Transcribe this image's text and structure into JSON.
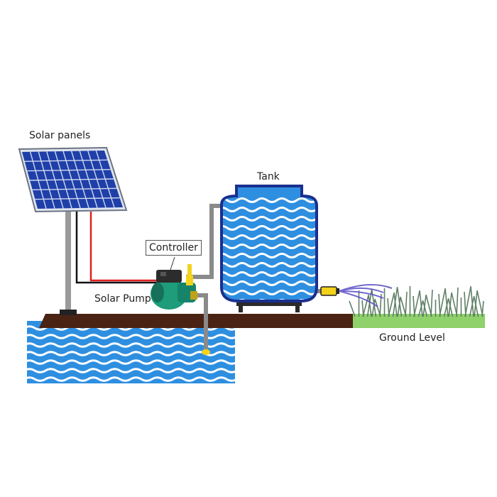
{
  "labels": {
    "solar_panels": "Solar panels",
    "tank": "Tank",
    "controller": "Controller",
    "solar_pump": "Solar Pump",
    "ground_level": "Ground Level"
  },
  "colors": {
    "panel_blue": "#1f3fa8",
    "panel_grid": "#cfd8f0",
    "ground_brown": "#4a2314",
    "grass_green": "#8fd16a",
    "water_blue": "#2e8fe0",
    "tank_outline": "#1b2f8f",
    "pump_green": "#1f9c7a",
    "pipe_grey": "#8a8a8a",
    "wire_red": "#e02020",
    "wire_black": "#111111",
    "fitting_yellow": "#f2d21b"
  }
}
